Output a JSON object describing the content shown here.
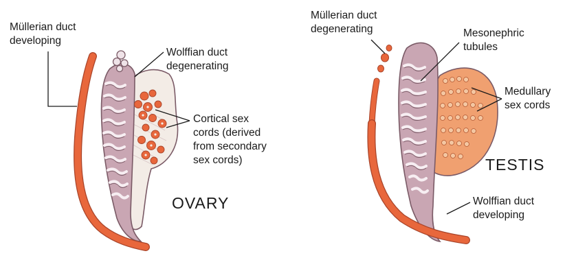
{
  "colors": {
    "duct_orange": "#e8673c",
    "mesonephros_mauve": "#c9a6b3",
    "mesonephros_outline": "#7a5a66",
    "gonad_cream": "#f3ece6",
    "testis_fill": "#f0a070"
  },
  "ovary_panel": {
    "title": "OVARY",
    "mullerian_label": [
      "Müllerian duct",
      "developing"
    ],
    "wolffian_label": [
      "Wolffian duct",
      "degenerating"
    ],
    "cords_label": [
      "Cortical sex",
      "cords (derived",
      "from secondary",
      "sex cords)"
    ]
  },
  "testis_panel": {
    "title": "TESTIS",
    "mullerian_label": [
      "Müllerian duct",
      "degenerating"
    ],
    "tubules_label": [
      "Mesonephric",
      "tubules"
    ],
    "cords_label": [
      "Medullary",
      "sex cords"
    ],
    "wolffian_label": [
      "Wolffian duct",
      "developing"
    ]
  }
}
